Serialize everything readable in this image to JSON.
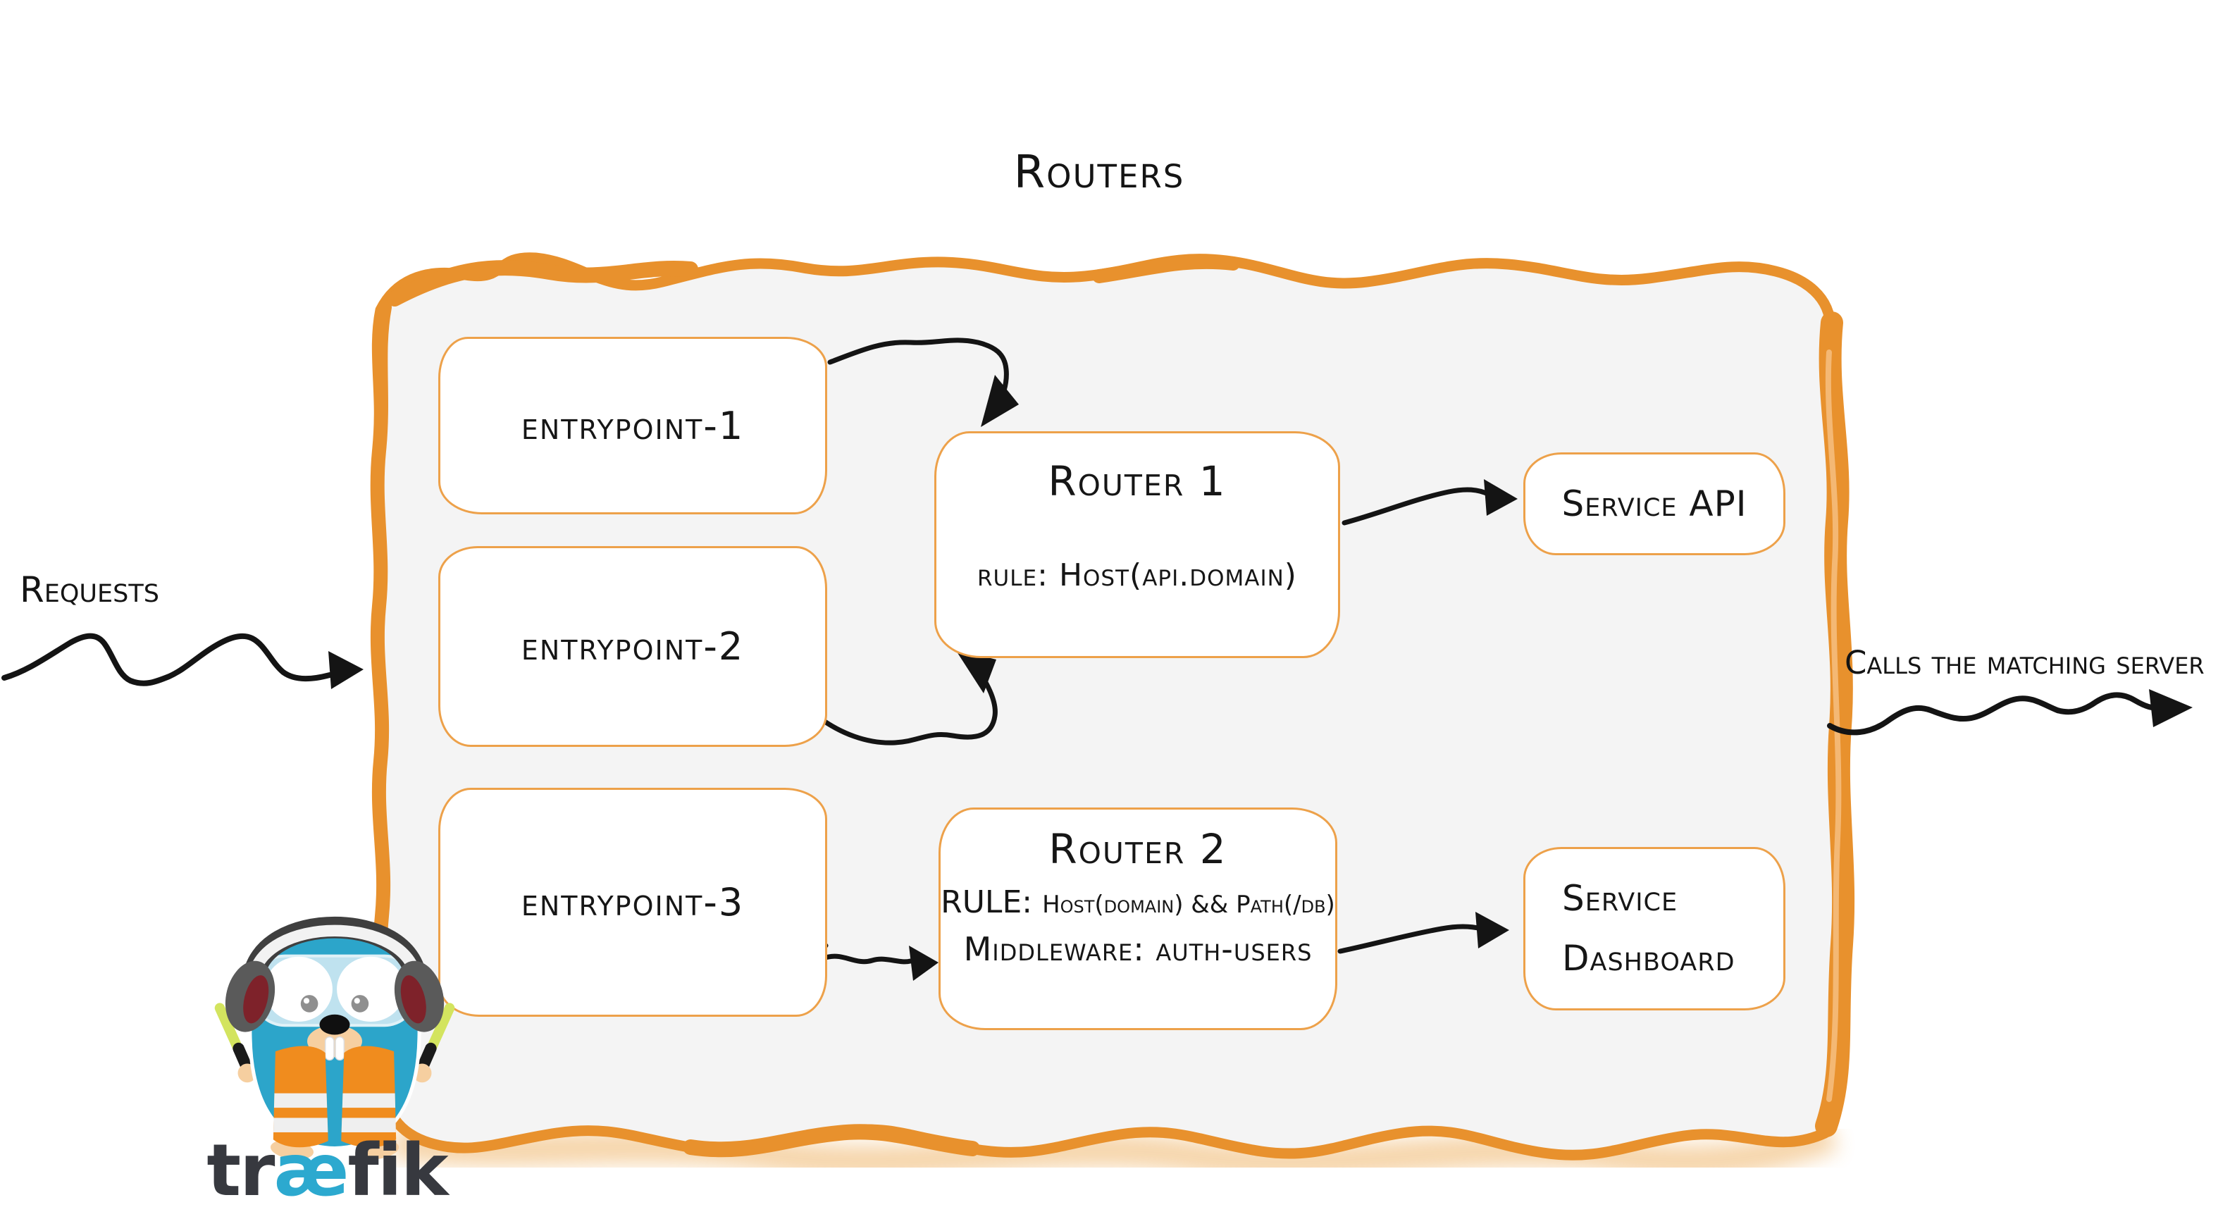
{
  "title": "Routers",
  "labels": {
    "requests": "Requests",
    "calls": "Calls the matching server"
  },
  "entrypoints": [
    {
      "label": "entrypoint-1"
    },
    {
      "label": "entrypoint-2"
    },
    {
      "label": "entrypoint-3"
    }
  ],
  "routers": [
    {
      "title": "Router 1",
      "rule_label": "rule:",
      "rule_value": "Host(api.domain)"
    },
    {
      "title": "Router 2",
      "rule_label": "RULE:",
      "rule_value": "Host(domain) && Path(/db)",
      "middleware": "Middleware: auth-users"
    }
  ],
  "services": [
    {
      "label": "Service API"
    },
    {
      "lines": [
        "Service",
        "Dashboard"
      ]
    }
  ],
  "logo": {
    "part1": "tr",
    "part2": "æ",
    "part3": "fik"
  },
  "colors": {
    "accent_orange": "#E8912D",
    "box_border_orange": "#EDA14A",
    "container_fill": "#F4F4F4",
    "ink": "#161616",
    "logo_blue": "#2CA9CF",
    "logo_dark": "#37393F",
    "gopher_body_blue": "#2CA5CA",
    "vest_orange": "#F08C1E",
    "baton_green": "#D3E45F",
    "muzzle_beige": "#F6CFA0"
  }
}
